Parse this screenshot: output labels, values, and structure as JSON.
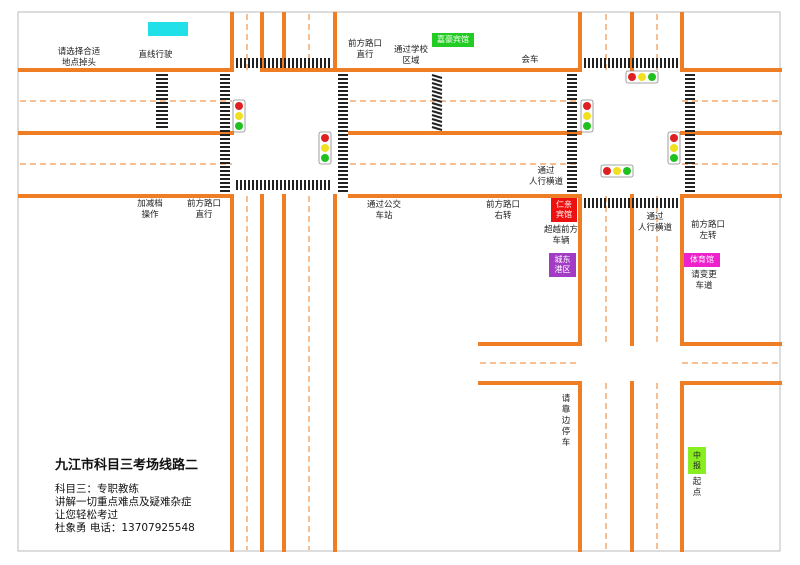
{
  "labels": {
    "select_uturn": "请选择合适\n地点掉头",
    "straight_drive": "直线行驶",
    "intersection_straight_1": "前方路口\n直行",
    "school_zone": "通过学校\n区域",
    "meeting_car": "会车",
    "crosswalk_1": "通过\n人行横道",
    "add_gear": "加减档\n操作",
    "intersection_straight_2": "前方路口\n直行",
    "bus_stop": "通过公交\n车站",
    "turn_right": "前方路口\n右转",
    "overtake": "超越前方\n车辆",
    "crosswalk_2": "通过\n人行横道",
    "turn_left": "前方路口\n左转",
    "lane_change": "请变更\n车道",
    "pull_over": "请靠边停车",
    "start": "起点"
  },
  "badges": {
    "hotel_name": "嘉豪宾馆",
    "renya_hotel": "仁亲\n宾馆",
    "chengdong": "城东\n港区",
    "gym": "体育馆",
    "zhongbao": "中\n报"
  },
  "colors": {
    "road": "#ef7d24",
    "crosswalk": "#222222",
    "light_red": "#e02020",
    "light_yellow": "#f0e020",
    "light_green": "#20c020",
    "cyan_marker": "#22e0e8",
    "green_badge": "#22cc22",
    "red_badge": "#ee1111",
    "purple_badge": "#a23cc4",
    "magenta_badge": "#ee22cc",
    "lime_badge": "#88ee22"
  },
  "info": {
    "title": "九江市科目三考场线路二",
    "line1": "科目三：专职教练",
    "line2": "讲解一切重点难点及疑难杂症",
    "line3": "让您轻松考过",
    "line4": "杜象勇 电话：13707925548"
  }
}
